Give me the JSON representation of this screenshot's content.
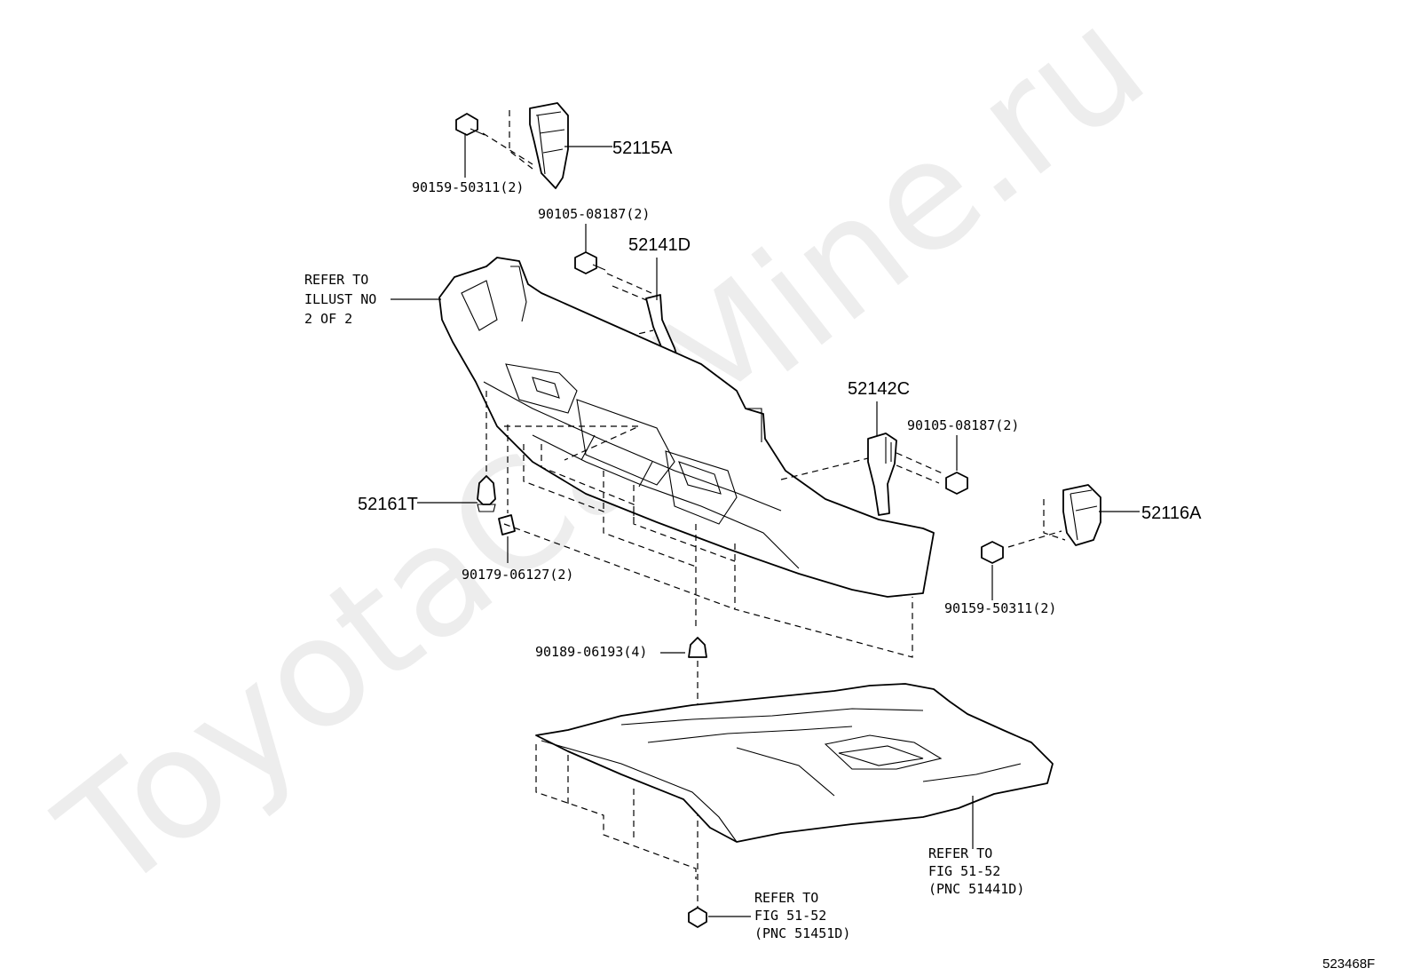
{
  "watermark": "ToyotaCarMine.ru",
  "figure_number": "523468F",
  "part_labels": {
    "bracket_upper_left": "52115A",
    "bracket_lower_right": "52116A",
    "retainer_left": "52141D",
    "retainer_right": "52142C",
    "clip": "52161T"
  },
  "fastener_labels": {
    "screw_upper_left": "90159-50311(2)",
    "bolt_upper_center": "90105-08187(2)",
    "bolt_right": "90105-08187(2)",
    "nut_clip": "90179-06127(2)",
    "clip_lower": "90189-06193(4)",
    "screw_lower_right": "90159-50311(2)"
  },
  "notes": {
    "bumper_ref": [
      "REFER TO",
      "ILLUST NO",
      "2 OF 2"
    ],
    "under_cover_ref": [
      "REFER TO",
      "FIG 51-52",
      "(PNC 51441D)"
    ],
    "bolt_ref": [
      "REFER TO",
      "FIG 51-52",
      "(PNC 51451D)"
    ]
  }
}
